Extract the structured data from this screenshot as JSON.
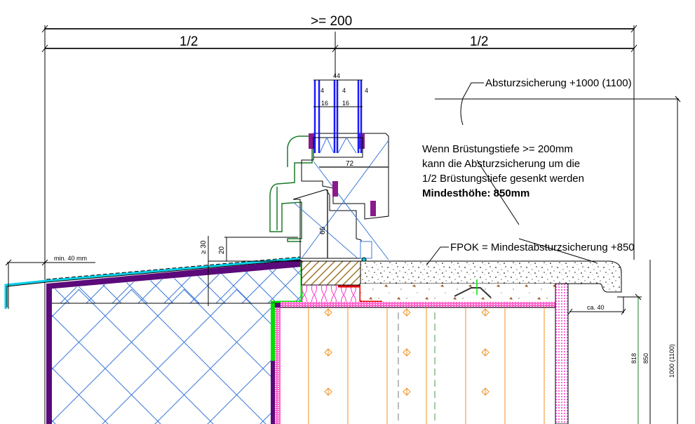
{
  "drawing": {
    "type": "architectural-section",
    "subject": "window sill / parapet detail (Brüstung)",
    "colors": {
      "line": "#000000",
      "dim_line": "#2a2a2a",
      "glass_blue": "#1a1aff",
      "hatch_blue": "#3b78d8",
      "frame_green": "#1b7a2a",
      "gasket_purple": "#8b1a8b",
      "membrane_purple": "#5a0a7a",
      "insulation_pink": "#ff33cc",
      "seal_red": "#e00000",
      "wood_brown": "#a0782a",
      "flashing_cyan": "#00d0e8",
      "bright_green": "#00e000",
      "screed_dots": "#333333",
      "timber_orange": "#f09020"
    }
  },
  "dimensions": {
    "total_depth": ">= 200",
    "half_left": "1/2",
    "half_right": "1/2",
    "glass_total": "44",
    "glass_pane_1": "4",
    "glass_pane_2": "4",
    "glass_pane_3": "4",
    "cavity_1": "16",
    "cavity_2": "16",
    "frame_depth": "72",
    "frame_height": "65",
    "sill_min_overhang": "min. 40 mm",
    "upstand_min": "≥ 30",
    "upstand": "20",
    "sill_overhang_right": "ca. 40",
    "height_818": "818",
    "height_850": "850",
    "height_1000": "1000 (1100)"
  },
  "annotations": {
    "fall_protection": "Absturzsicherung +1000 (1100)",
    "note_line1": "Wenn Brüstungstiefe >= 200mm",
    "note_line2": "kann die Absturzsicherung um die",
    "note_line3": "1/2 Brüstungstiefe gesenkt werden",
    "note_bold": "Mindesthöhe: 850mm",
    "fpok": "FPOK = Mindestabsturzsicherung +850"
  }
}
